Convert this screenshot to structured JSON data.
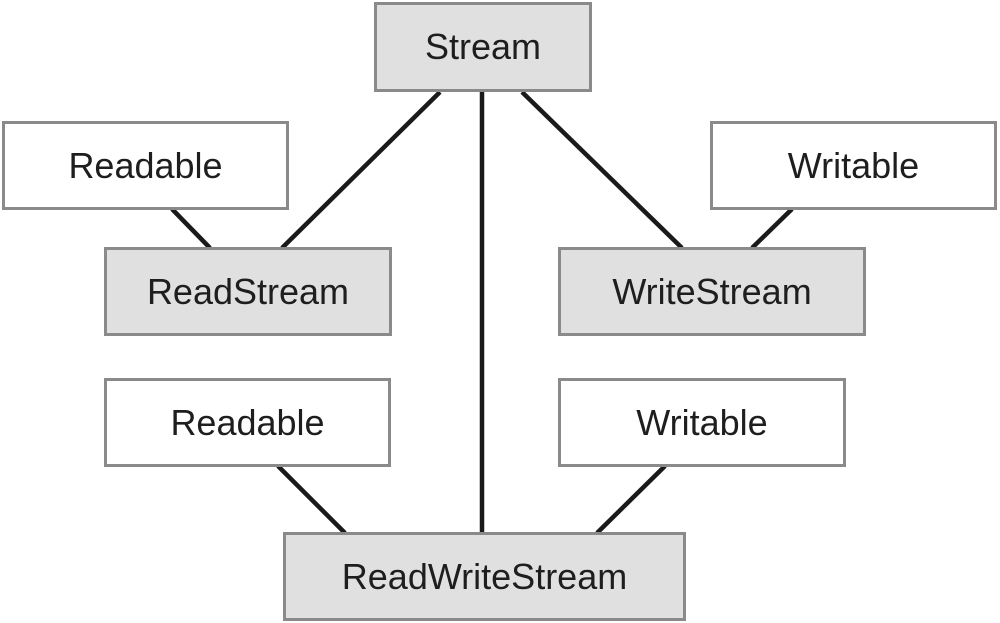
{
  "diagram": {
    "nodes": {
      "stream": {
        "label": "Stream",
        "fill": "#e0e0e0"
      },
      "readable_top": {
        "label": "Readable",
        "fill": "#ffffff"
      },
      "writable_top": {
        "label": "Writable",
        "fill": "#ffffff"
      },
      "read_stream": {
        "label": "ReadStream",
        "fill": "#e0e0e0"
      },
      "write_stream": {
        "label": "WriteStream",
        "fill": "#e0e0e0"
      },
      "readable_bottom": {
        "label": "Readable",
        "fill": "#ffffff"
      },
      "writable_bottom": {
        "label": "Writable",
        "fill": "#ffffff"
      },
      "read_write_stream": {
        "label": "ReadWriteStream",
        "fill": "#e0e0e0"
      }
    },
    "edges": [
      {
        "from": "stream",
        "to": "read_stream"
      },
      {
        "from": "stream",
        "to": "read_write_stream"
      },
      {
        "from": "stream",
        "to": "write_stream"
      },
      {
        "from": "readable_top",
        "to": "read_stream"
      },
      {
        "from": "writable_top",
        "to": "write_stream"
      },
      {
        "from": "readable_bottom",
        "to": "read_write_stream"
      },
      {
        "from": "writable_bottom",
        "to": "read_write_stream"
      }
    ],
    "colors": {
      "box_border": "#8a8a8a",
      "connector": "#1a1a1a",
      "shaded_fill": "#e0e0e0",
      "text": "#1e1e1e"
    }
  }
}
